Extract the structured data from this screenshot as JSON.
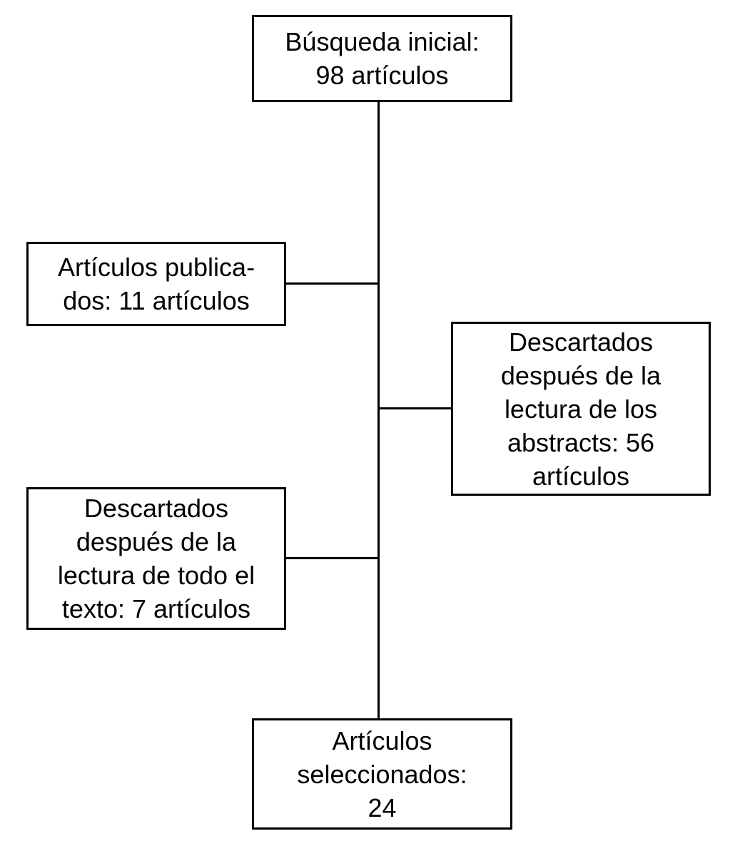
{
  "diagram": {
    "type": "flowchart",
    "language": "es",
    "background_color": "#ffffff",
    "line_color": "#000000",
    "text_color": "#000000",
    "nodes": [
      {
        "id": "busqueda-inicial",
        "text": "Búsqueda inicial:\n98 artículos",
        "count": 98
      },
      {
        "id": "articulos-publicados",
        "text": "Artículos publica-\ndos: 11 artículos",
        "count": 11
      },
      {
        "id": "descartados-abstracts",
        "text": "Descartados\ndespués de la\nlectura de los\nabstracts: 56\nartículos",
        "count": 56
      },
      {
        "id": "descartados-texto-completo",
        "text": "Descartados\ndespués de la\nlectura de todo el\ntexto: 7 artículos",
        "count": 7
      },
      {
        "id": "articulos-seleccionados",
        "text": "Artículos\nseleccionados:\n24",
        "count": 24
      }
    ],
    "connections": [
      {
        "from": "busqueda-inicial",
        "to": "articulos-seleccionados",
        "style": "vertical-trunk"
      },
      {
        "from": "trunk",
        "to": "articulos-publicados",
        "style": "horizontal-branch-left"
      },
      {
        "from": "trunk",
        "to": "descartados-abstracts",
        "style": "horizontal-branch-right"
      },
      {
        "from": "trunk",
        "to": "descartados-texto-completo",
        "style": "horizontal-branch-left"
      }
    ]
  }
}
